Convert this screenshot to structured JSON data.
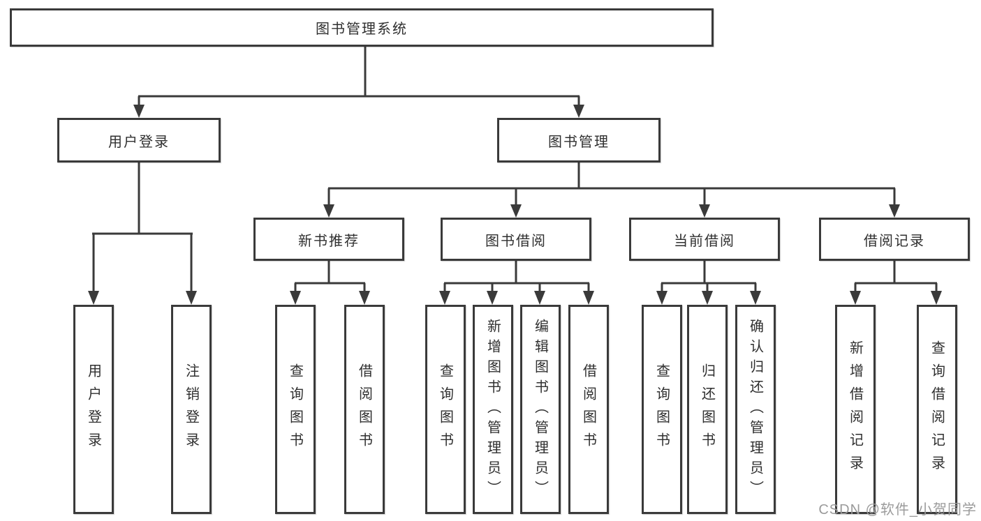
{
  "diagram": {
    "root": {
      "label": "图书管理系统"
    },
    "branches": [
      {
        "label": "用户登录",
        "children": [
          {
            "label": "用户登录"
          },
          {
            "label": "注销登录"
          }
        ]
      },
      {
        "label": "图书管理",
        "children": [
          {
            "label": "新书推荐",
            "children": [
              {
                "label": "查询图书"
              },
              {
                "label": "借阅图书"
              }
            ]
          },
          {
            "label": "图书借阅",
            "children": [
              {
                "label": "查询图书"
              },
              {
                "label": "新增图书（管理员）"
              },
              {
                "label": "编辑图书（管理员）"
              },
              {
                "label": "借阅图书"
              }
            ]
          },
          {
            "label": "当前借阅",
            "children": [
              {
                "label": "查询图书"
              },
              {
                "label": "归还图书"
              },
              {
                "label": "确认归还（管理员）"
              }
            ]
          },
          {
            "label": "借阅记录",
            "children": [
              {
                "label": "新增借阅记录"
              },
              {
                "label": "查询借阅记录"
              }
            ]
          }
        ]
      }
    ]
  },
  "watermark": {
    "text": "CSDN @软件_小贺同学"
  },
  "colors": {
    "line": "#3a3a3a",
    "box_border": "#3a3a3a",
    "text": "#2f2f2f",
    "background": "#ffffff",
    "watermark_color": "#9b9b9b"
  }
}
